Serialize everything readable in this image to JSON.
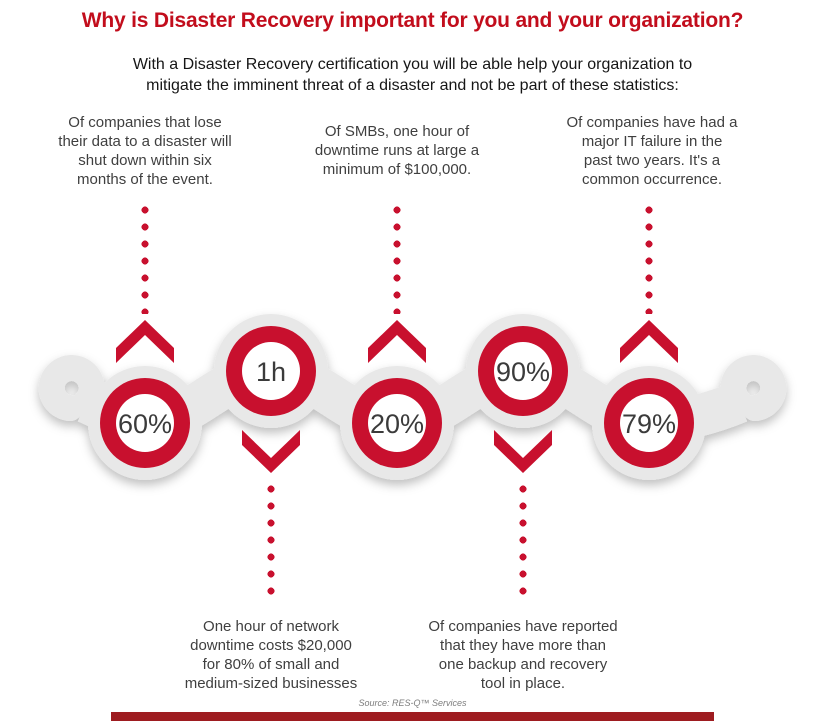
{
  "title": "Why is Disaster Recovery important for you and your organization?",
  "subtitle": "With a Disaster Recovery certification you will be able help your organization to\nmitigate the imminent threat of a disaster and not be part of these statistics:",
  "stats": [
    {
      "value": "60%",
      "description": "Of companies that lose\ntheir data to a disaster will\nshut down within six\nmonths of the event.",
      "label_position": "top"
    },
    {
      "value": "1h",
      "description": "One hour of network\ndowntime costs $20,000\nfor 80% of small and\nmedium-sized businesses",
      "label_position": "bottom"
    },
    {
      "value": "20%",
      "description": "Of SMBs, one hour of\ndowntime runs at large a\nminimum of $100,000.",
      "label_position": "top"
    },
    {
      "value": "90%",
      "description": "Of companies have reported\nthat they have more than\none backup and recovery\ntool in place.",
      "label_position": "bottom"
    },
    {
      "value": "79%",
      "description": "Of companies have had a\nmajor IT failure in the\npast two years. It's a\ncommon occurrence.",
      "label_position": "top"
    }
  ],
  "source": "Source: RES-Q™ Services",
  "colors": {
    "accent_red": "#c8102e",
    "title_red": "#c20d1c",
    "footer_red": "#9e1c20",
    "ribbon_gray": "#e8e8e8",
    "value_text": "#3b3b3b",
    "description_text": "#3f3f3f"
  }
}
